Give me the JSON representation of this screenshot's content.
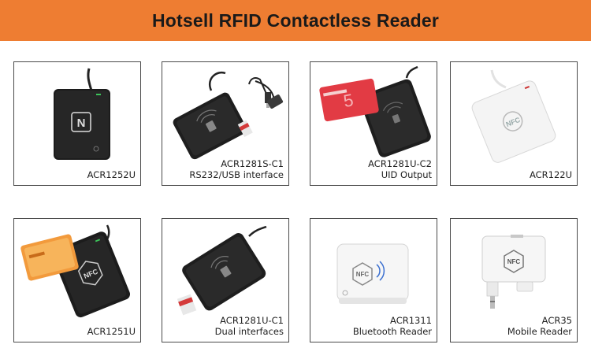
{
  "banner": {
    "title": "Hotsell RFID Contactless Reader",
    "color": "#ee7d32"
  },
  "products": [
    {
      "line1": "ACR1252U",
      "line2": ""
    },
    {
      "line1": "ACR1281S-C1",
      "line2": "RS232/USB interface"
    },
    {
      "line1": "ACR1281U-C2",
      "line2": "UID Output"
    },
    {
      "line1": "ACR122U",
      "line2": ""
    },
    {
      "line1": "ACR1251U",
      "line2": ""
    },
    {
      "line1": "ACR1281U-C1",
      "line2": "Dual interfaces"
    },
    {
      "line1": "ACR1311",
      "line2": "Bluetooth Reader"
    },
    {
      "line1": "ACR35",
      "line2": "Mobile Reader"
    }
  ],
  "device_marks": {
    "nfc": "NFC",
    "n": "N",
    "card_print": "5"
  }
}
